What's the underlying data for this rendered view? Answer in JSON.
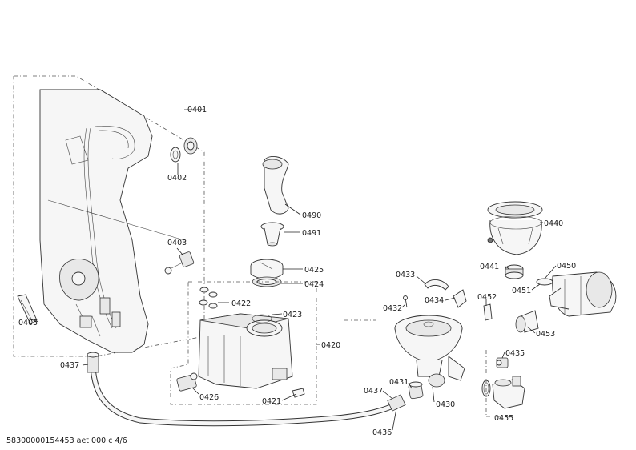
{
  "labels": {
    "p0401": "0401",
    "p0402": "0402",
    "p0403": "0403",
    "p0405": "0405",
    "p0437a": "0437",
    "p0490": "0490",
    "p0491": "0491",
    "p0425": "0425",
    "p0424": "0424",
    "p0422": "0422",
    "p0423": "0423",
    "p0420": "0420",
    "p0426": "0426",
    "p0421": "0421",
    "p0433": "0433",
    "p0432": "0432",
    "p0434": "0434",
    "p0452": "0452",
    "p0441": "0441",
    "p0440": "0440",
    "p0450": "0450",
    "p0451": "0451",
    "p0453": "0453",
    "p0435": "0435",
    "p0436": "0436",
    "p0437b": "0437",
    "p0431": "0431",
    "p0430": "0430",
    "p0455": "0455"
  },
  "footer": {
    "doc_id": "58300000154453 aet 000 c 4/6"
  }
}
